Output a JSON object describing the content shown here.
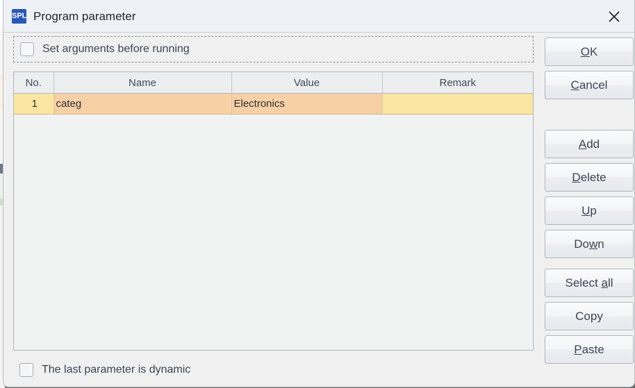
{
  "window": {
    "icon_label": "SPL",
    "icon_name": "spl-app-icon",
    "title": "Program parameter",
    "close_icon": "close-icon"
  },
  "set_arguments": {
    "label": "Set arguments before running",
    "checked": false
  },
  "table": {
    "columns": [
      "No.",
      "Name",
      "Value",
      "Remark"
    ],
    "rows": [
      {
        "no": "1",
        "name": "categ",
        "value": "Electronics",
        "remark": ""
      }
    ],
    "selected_row": 1,
    "colors": {
      "header_bg": "#eceef0",
      "row_no_bg": "#fae6a2",
      "row_cell_bg": "#f8d0a6",
      "row_remark_bg": "#fae6a2",
      "empty_bg": "#f1f2f2"
    }
  },
  "buttons": [
    {
      "name": "ok-button",
      "label": "OK",
      "mnemonic_index": 0
    },
    {
      "name": "cancel-button",
      "label": "Cancel",
      "mnemonic_index": 0
    },
    {
      "name": "add-button",
      "label": "Add",
      "mnemonic_index": 0
    },
    {
      "name": "delete-button",
      "label": "Delete",
      "mnemonic_index": 0
    },
    {
      "name": "up-button",
      "label": "Up",
      "mnemonic_index": 0
    },
    {
      "name": "down-button",
      "label": "Down",
      "mnemonic_index": 2
    },
    {
      "name": "select-all-button",
      "label": "Select all",
      "mnemonic_index": 7
    },
    {
      "name": "copy-button",
      "label": "Copy",
      "mnemonic_index": -1
    },
    {
      "name": "paste-button",
      "label": "Paste",
      "mnemonic_index": 0
    }
  ],
  "button_labels": {
    "ok": "OK",
    "cancel": "Cancel",
    "add": "Add",
    "delete": "Delete",
    "up": "Up",
    "down": "Down",
    "select_all": "Select all",
    "copy": "Copy",
    "paste": "Paste"
  },
  "dynamic_parameter": {
    "label": "The last parameter is dynamic",
    "checked": false
  },
  "theme": {
    "dialog_bg": "#f0f0f0",
    "titlebar_bg": "#eef1f6",
    "accent_icon_bg": "#2b57b5",
    "text_color": "#3b4554",
    "border_color": "#b3b8bd"
  }
}
